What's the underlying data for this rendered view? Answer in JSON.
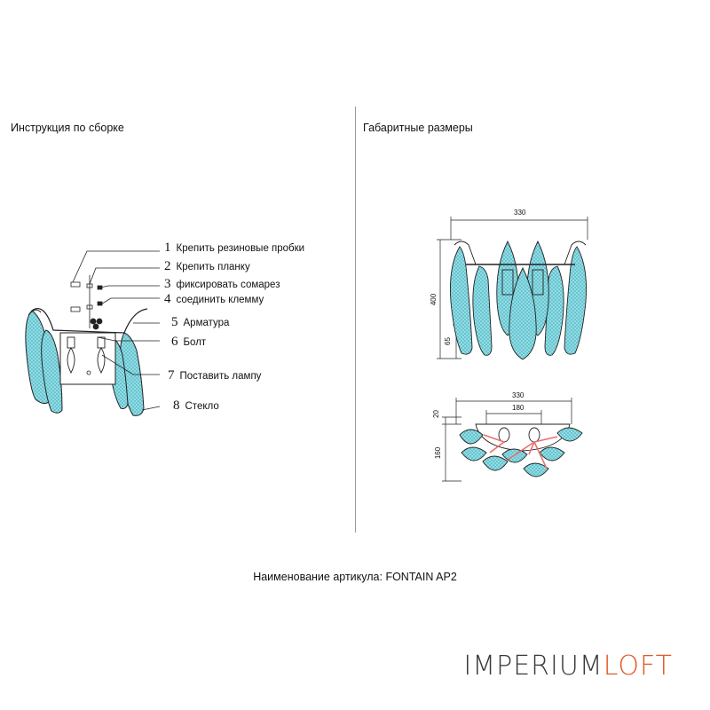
{
  "assembly": {
    "title": "Инструкция по сборке",
    "steps": [
      {
        "num": "1",
        "text": "Крепить резиновые пробки"
      },
      {
        "num": "2",
        "text": "Крепить планку"
      },
      {
        "num": "3",
        "text": "фиксировать сомарез"
      },
      {
        "num": "4",
        "text": "соединить клемму"
      },
      {
        "num": "5",
        "text": "Арматура"
      },
      {
        "num": "6",
        "text": "Болт"
      },
      {
        "num": "7",
        "text": "Поставить лампу"
      },
      {
        "num": "8",
        "text": "Стекло"
      }
    ]
  },
  "dimensions": {
    "title": "Габаритные размеры",
    "front_width": "330",
    "front_height": "400",
    "front_drop": "65",
    "top_width": "330",
    "top_inner_width": "180",
    "top_offset": "20",
    "top_depth": "160"
  },
  "article": {
    "label": "Наименование артикула:",
    "value": "FONTAIN AP2"
  },
  "brand": {
    "part1": "IMPERIUM",
    "part2": "LOFT",
    "color1": "#3a3a3a",
    "color2": "#e05a27"
  },
  "colors": {
    "glass": "#7fd6df",
    "highlight": "#e8706e"
  }
}
